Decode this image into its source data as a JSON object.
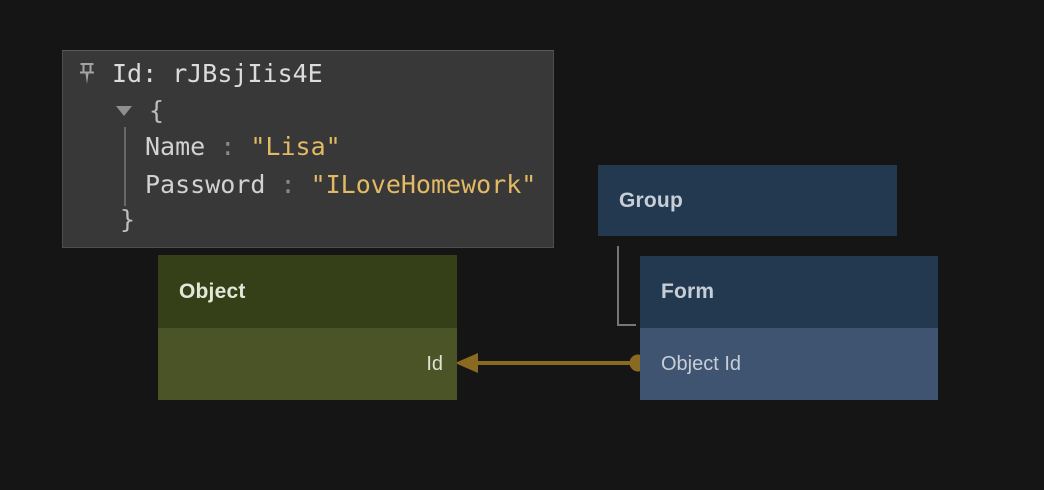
{
  "app": {
    "background_color": "#151515"
  },
  "tooltip": {
    "title": "Id: rJBsjIis4E",
    "open_brace": "{",
    "close_brace": "}",
    "entries": [
      {
        "key": "Name",
        "sep": " : ",
        "value": "\"Lisa\""
      },
      {
        "key": "Password",
        "sep": " : ",
        "value": "\"ILoveHomework\""
      }
    ],
    "colors": {
      "background": "#383838",
      "title_text": "#dcdcdc",
      "key_text": "#d2d2d2",
      "separator_text": "#8a8a8a",
      "string_text": "#e2b964",
      "brace_text": "#bdbdbd",
      "guide_line": "#686868"
    },
    "icons": {
      "pin": "pushpin",
      "expander": "triangle-down"
    }
  },
  "nodes": {
    "object": {
      "title": "Object",
      "field": "Id",
      "header_color": "#354018",
      "row_color": "#4b5426"
    },
    "group": {
      "title": "Group",
      "header_color": "#233950"
    },
    "form": {
      "title": "Form",
      "field": "Object Id",
      "header_color": "#233950",
      "row_color": "#3f5470"
    }
  },
  "edges": {
    "relationship": {
      "from": "form-object-id-field",
      "to": "object-id-field",
      "color": "#8a6a20",
      "style": "arrow-left-with-source-dot"
    },
    "hierarchy": {
      "from": "group-node",
      "to": "form-node",
      "color": "#767676",
      "style": "elbow"
    }
  }
}
